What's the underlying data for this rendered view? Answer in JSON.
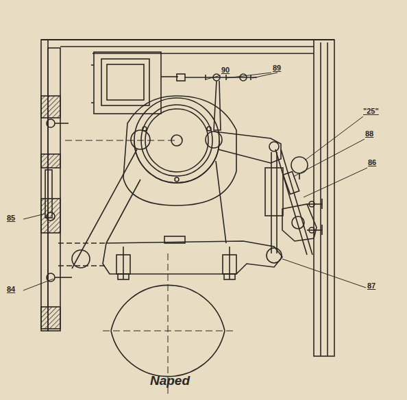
{
  "diagram": {
    "caption": "Naped",
    "labels": [
      "90",
      "89",
      "\"25\"",
      "88",
      "86",
      "85",
      "84",
      "87"
    ]
  }
}
